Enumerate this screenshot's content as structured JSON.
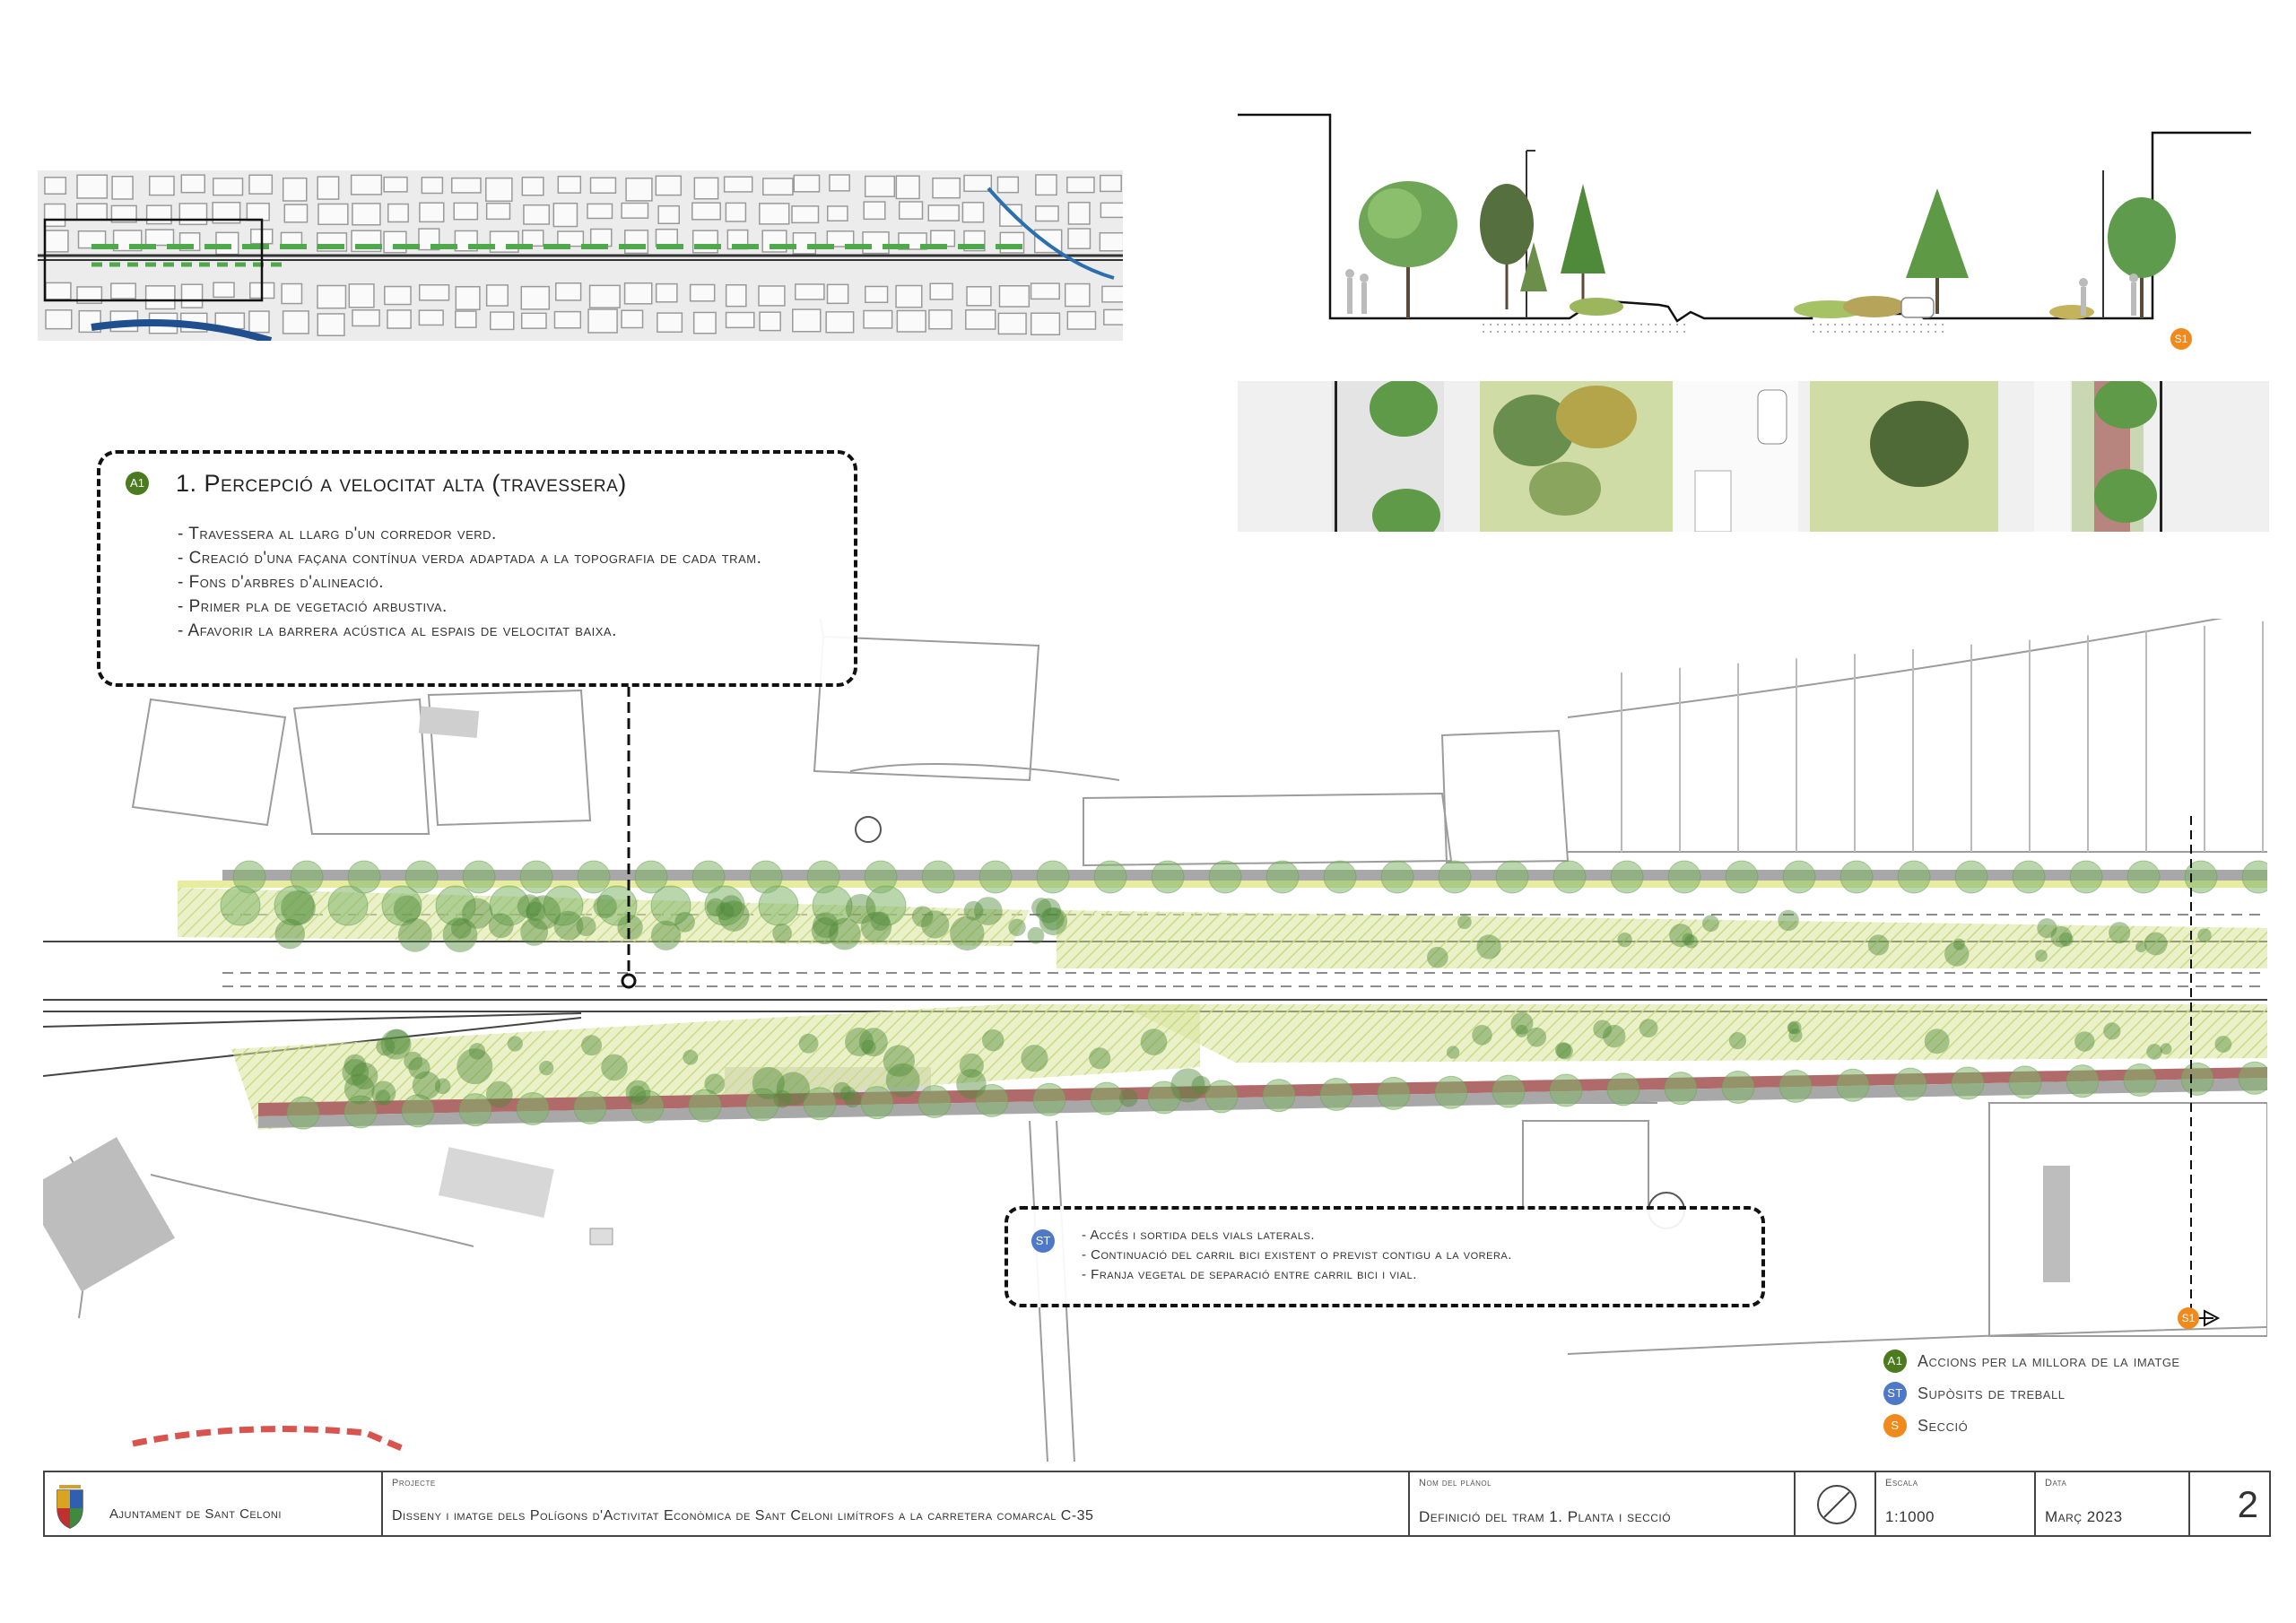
{
  "callout_a1": {
    "badge": "A1",
    "title": "1. Percepció a velocitat alta (travessera)",
    "items": [
      "- Travessera al llarg d'un corredor verd.",
      "- Creació d'una façana contínua verda adaptada a la topografia de cada tram.",
      "- Fons d'arbres d'alineació.",
      "- Primer pla de vegetació arbustiva.",
      "- Afavorir la barrera acústica al espais de velocitat baixa."
    ]
  },
  "callout_st": {
    "badge": "ST",
    "items": [
      "- Accés i sortida dels vials laterals.",
      "- Continuació del carril bici existent o previst contigu a la vorera.",
      "- Franja vegetal de separació entre carril bici i vial."
    ]
  },
  "section_marker": "S1",
  "legend": [
    {
      "badge": "A1",
      "label": "Accions per la millora de la imatge",
      "color": "#4c7a1e"
    },
    {
      "badge": "ST",
      "label": "Supòsits de treball",
      "color": "#4f78c8"
    },
    {
      "badge": "S",
      "label": "Secció",
      "color": "#f08a1c"
    }
  ],
  "title_block": {
    "client": "Ajuntament de Sant Celoni",
    "project_label": "Projecte",
    "project": "Disseny i imatge dels Polígons d'Activitat Econòmica de Sant Celoni limítrofs a la carretera comarcal C-35",
    "plan_label": "Nom del plànol",
    "plan": "Definició del tram 1. Planta i secció",
    "scale_label": "Escala",
    "scale": "1:1000",
    "date_label": "Data",
    "date": "Març 2023",
    "sheet": "2"
  },
  "colors": {
    "green_band": "#cfe08e",
    "tree": "#7fb56a",
    "bike_lane": "#a85a5a",
    "sidewalk": "#a8a8a8",
    "badge_green": "#4c7a1e",
    "badge_blue": "#4f78c8",
    "badge_orange": "#f08a1c"
  }
}
